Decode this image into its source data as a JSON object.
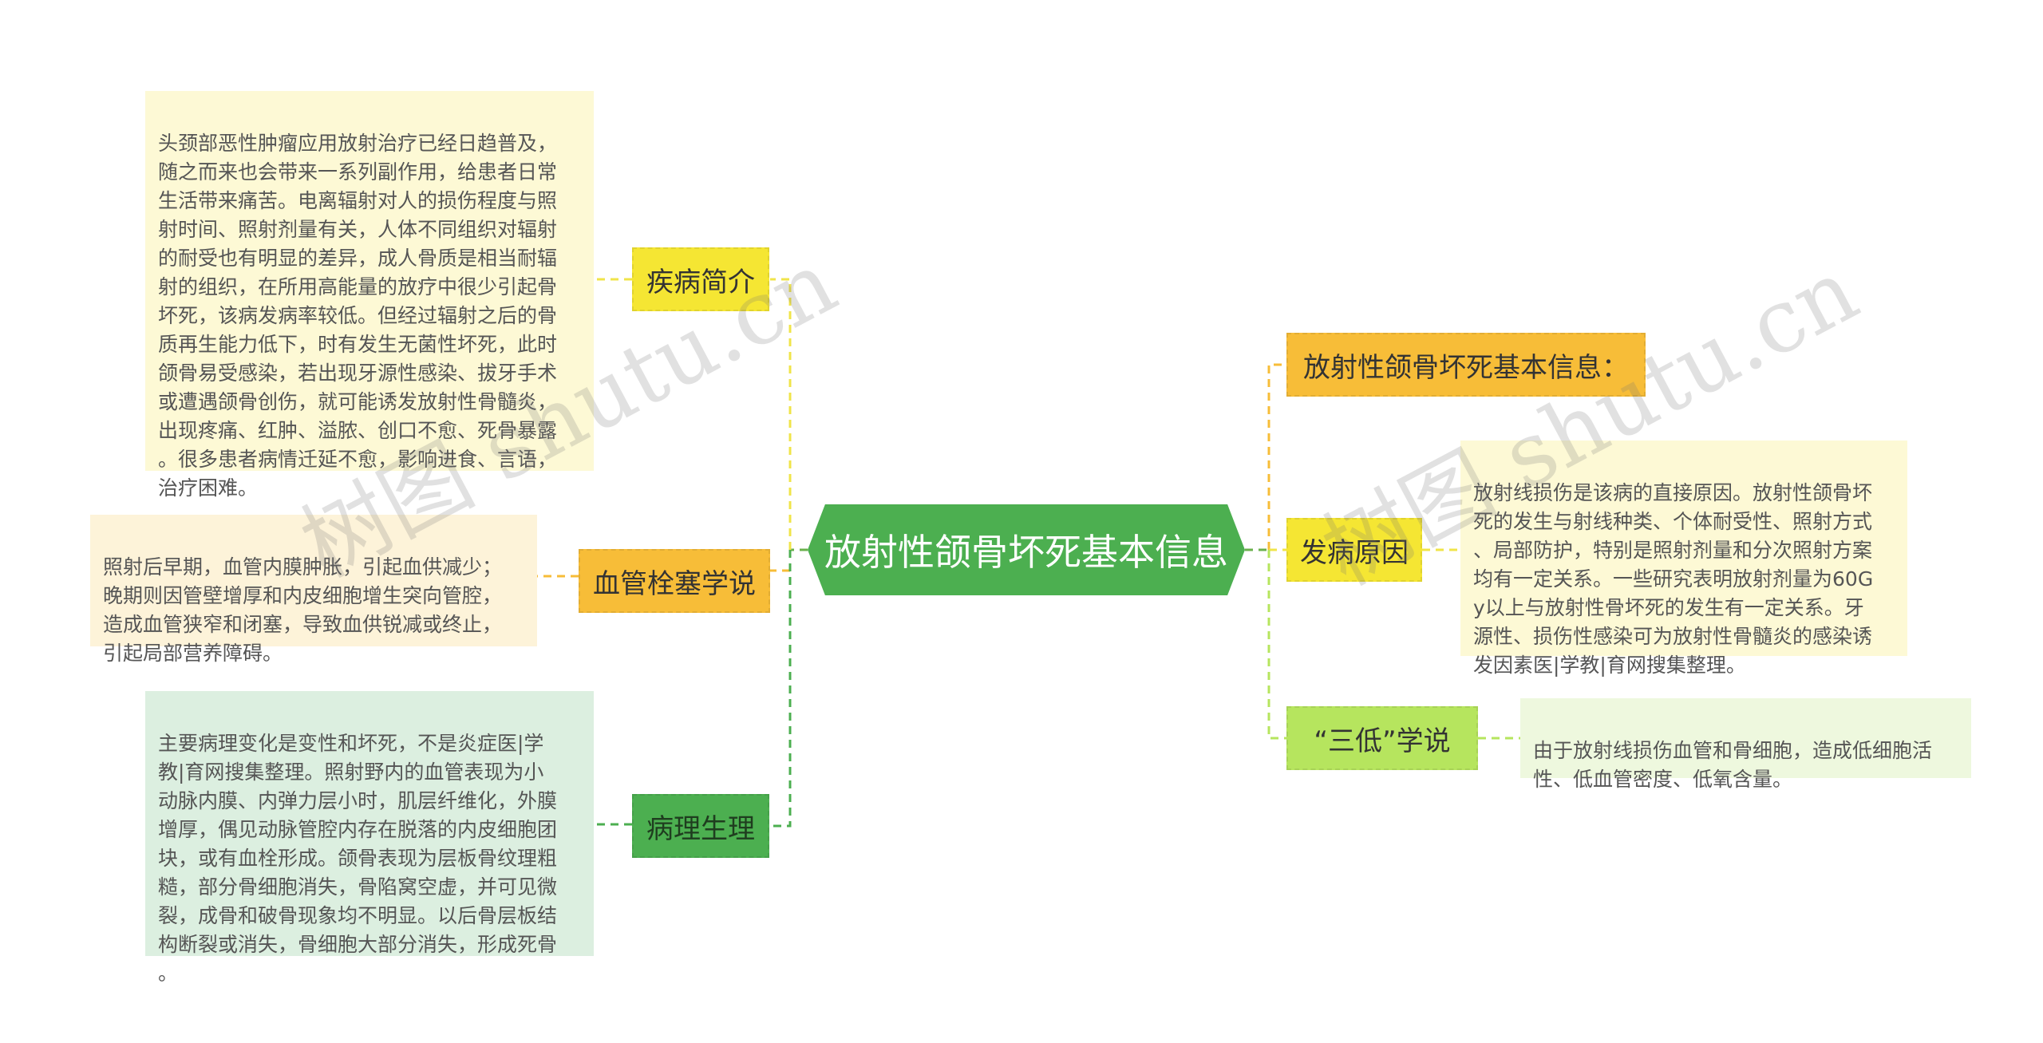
{
  "center": {
    "title": "放射性颌骨坏死基本信息"
  },
  "left_branches": [
    {
      "label": "疾病简介",
      "color": "#f5e633",
      "text": "头颈部恶性肿瘤应用放射治疗已经日趋普及，\n随之而来也会带来一系列副作用，给患者日常\n生活带来痛苦。电离辐射对人的损伤程度与照\n射时间、照射剂量有关，人体不同组织对辐射\n的耐受也有明显的差异，成人骨质是相当耐辐\n射的组织，在所用高能量的放疗中很少引起骨\n坏死，该病发病率较低。但经过辐射之后的骨\n质再生能力低下，时有发生无菌性坏死，此时\n颌骨易受感染，若出现牙源性感染、拔牙手术\n或遭遇颌骨创伤，就可能诱发放射性骨髓炎，\n出现疼痛、红肿、溢脓、创口不愈、死骨暴露\n。很多患者病情迁延不愈，影响进食、言语，\n治疗困难。"
    },
    {
      "label": "血管栓塞学说",
      "color": "#f7bd38",
      "text": "照射后早期，血管内膜肿胀，引起血供减少；\n晚期则因管壁增厚和内皮细胞增生突向管腔，\n造成血管狭窄和闭塞，导致血供锐减或终止，\n引起局部营养障碍。"
    },
    {
      "label": "病理生理",
      "color": "#4caf50",
      "text": "主要病理变化是变性和坏死，不是炎症医|学\n教|育网搜集整理。照射野内的血管表现为小\n动脉内膜、内弹力层小时，肌层纤维化，外膜\n增厚，偶见动脉管腔内存在脱落的内皮细胞团\n块，或有血栓形成。颌骨表现为层板骨纹理粗\n糙，部分骨细胞消失，骨陷窝空虚，并可见微\n裂，成骨和破骨现象均不明显。以后骨层板结\n构断裂或消失，骨细胞大部分消失，形成死骨\n。"
    }
  ],
  "right_branches": [
    {
      "label": "放射性颌骨坏死基本信息：",
      "color": "#f7bd38",
      "text": ""
    },
    {
      "label": "发病原因",
      "color": "#f5e633",
      "text": "放射线损伤是该病的直接原因。放射性颌骨坏\n死的发生与射线种类、个体耐受性、照射方式\n、局部防护，特别是照射剂量和分次照射方案\n均有一定关系。一些研究表明放射剂量为60G\ny以上与放射性骨坏死的发生有一定关系。牙\n源性、损伤性感染可为放射性骨髓炎的感染诱\n发因素医|学教|育网搜集整理。"
    },
    {
      "label": "“三低”学说",
      "color": "#b6e55e",
      "text": "由于放射线损伤血管和骨细胞，造成低细胞活\n性、低血管密度、低氧含量。"
    }
  ],
  "watermarks": [
    "树图 shutu.cn",
    "树图 shutu.cn"
  ]
}
